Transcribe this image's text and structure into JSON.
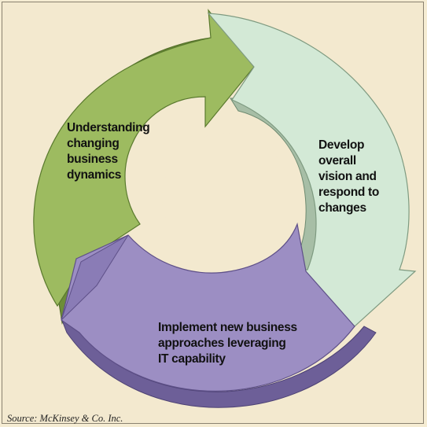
{
  "diagram": {
    "type": "cycle",
    "segments": [
      {
        "id": "understand",
        "label": "Understanding\nchanging\nbusiness\ndynamics",
        "color": "#9dbb60"
      },
      {
        "id": "develop",
        "label": "Develop\noverall\nvision and\nrespond to\nchanges",
        "color": "#d3e9d6"
      },
      {
        "id": "implement",
        "label": "Implement new business\napproaches leveraging\nIT capability",
        "color": "#9c8ec3"
      }
    ],
    "source": "Source: McKinsey & Co. Inc."
  },
  "colors": {
    "background": "#f3e9cf",
    "green": "#9dbb60",
    "green_side": "#6d8d38",
    "mint": "#d3e9d6",
    "mint_side": "#a7bea6",
    "purple": "#9c8ec3",
    "purple_side": "#6d5f98"
  }
}
